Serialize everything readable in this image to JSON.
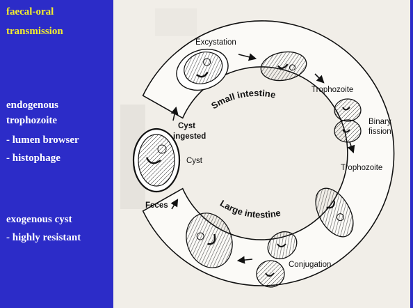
{
  "sidebar": {
    "heading_line1": "faecal-oral",
    "heading_line2": "transmission",
    "troph_line1": "endogenous",
    "troph_line2": "trophozoite",
    "troph_item1": "- lumen browser",
    "troph_item2": "- histophage",
    "cyst_line1": "exogenous cyst",
    "cyst_item1": "- highly resistant"
  },
  "diagram": {
    "excystation": "Excystation",
    "trophozoite_top": "Trophozoite",
    "binary": "Binary",
    "fission": "fission",
    "trophozoite_right": "Trophozoite",
    "conjugation": "Conjugation",
    "cyst": "Cyst",
    "cyst_ingested_1": "Cyst",
    "cyst_ingested_2": "ingested",
    "feces": "Feces",
    "small_intestine": "Small intestine",
    "large_intestine": "Large intestine"
  },
  "colors": {
    "slide_background": "#2c2cc8",
    "highlight_text": "#f5ee2c",
    "body_text": "#ffffff",
    "figure_background": "#f1eee8"
  }
}
